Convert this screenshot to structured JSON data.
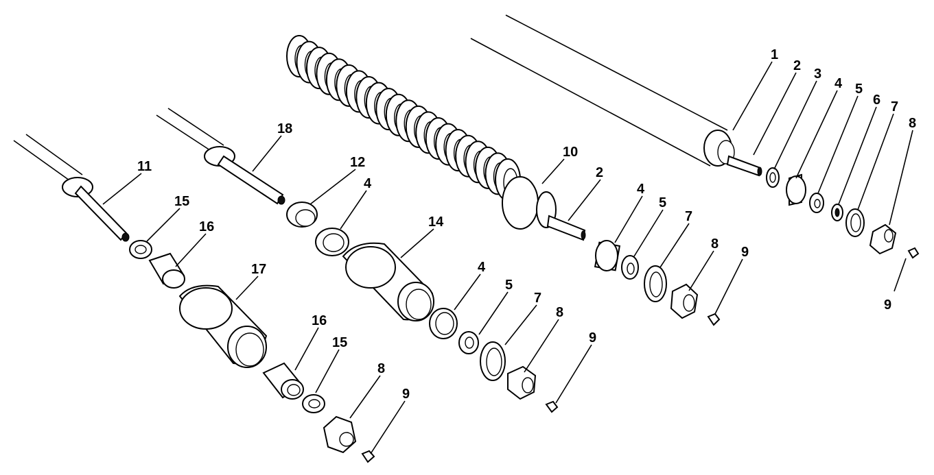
{
  "labels": {
    "p1": "1",
    "p2a": "2",
    "p3": "3",
    "p4a": "4",
    "p5a": "5",
    "p6": "6",
    "p7a": "7",
    "p8a": "8",
    "p9a": "9",
    "p10": "10",
    "p2b": "2",
    "p4b": "4",
    "p5b": "5",
    "p7b": "7",
    "p8b": "8",
    "p9b": "9",
    "p11": "11",
    "p18": "18",
    "p12": "12",
    "p4c": "4",
    "p15a": "15",
    "p16a": "16",
    "p14": "14",
    "p17": "17",
    "p4d": "4",
    "p5c": "5",
    "p7c": "7",
    "p8c": "8",
    "p9c": "9",
    "p16b": "16",
    "p15b": "15",
    "p8d": "8",
    "p9d": "9"
  }
}
